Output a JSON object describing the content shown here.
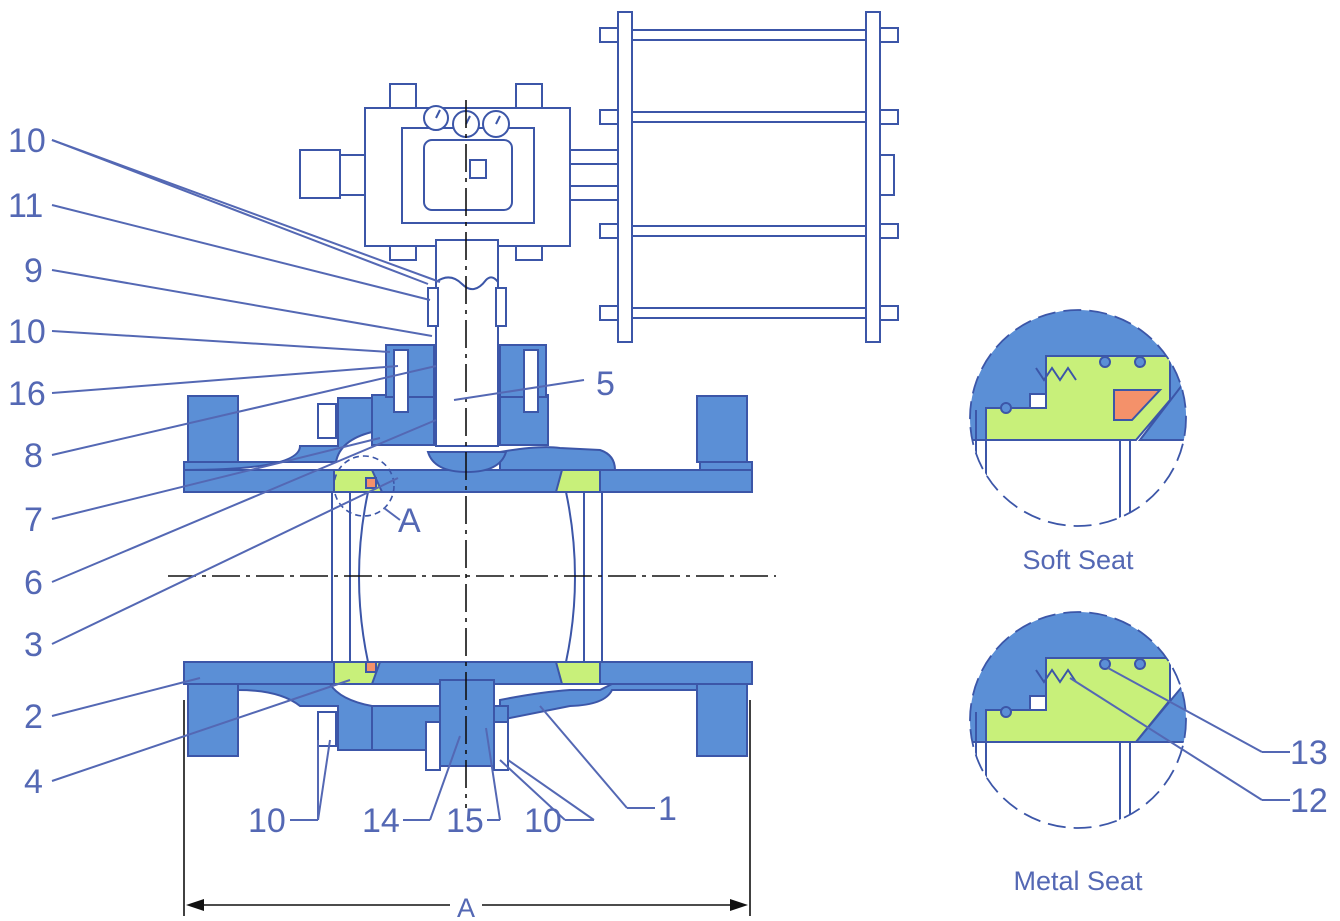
{
  "callouts": {
    "left": [
      "10",
      "11",
      "9",
      "10",
      "16",
      "8",
      "7",
      "6",
      "3",
      "2",
      "4"
    ],
    "bottom": [
      "10",
      "14",
      "15",
      "10",
      "1"
    ],
    "right": [
      "13",
      "12"
    ],
    "inline": [
      "5",
      "A"
    ]
  },
  "dimension_label": "A",
  "details": {
    "soft_seat_caption": "Soft Seat",
    "metal_seat_caption": "Metal Seat"
  },
  "colors": {
    "line": "#5468b4",
    "steel": "#5b8fd6",
    "seat": "#c8f07a",
    "soft_insert": "#f4916a"
  }
}
